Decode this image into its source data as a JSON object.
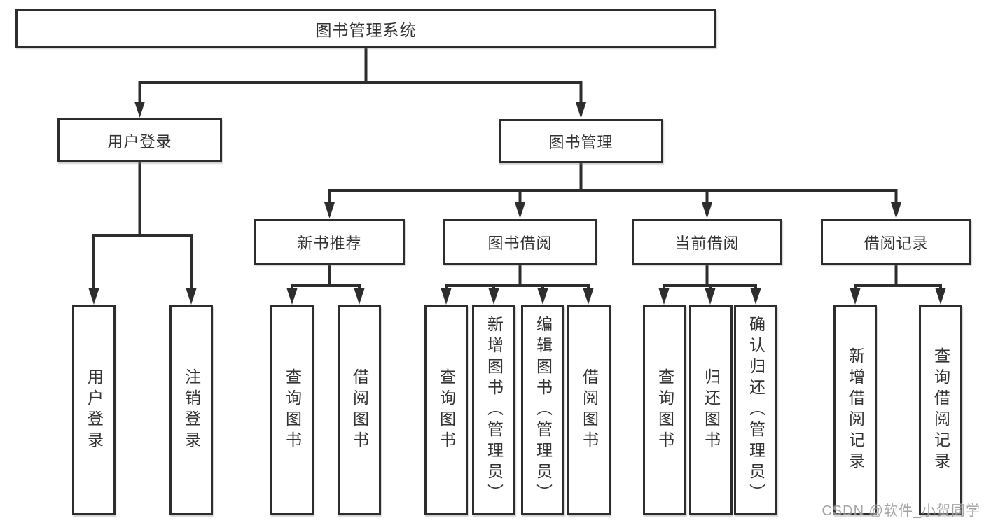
{
  "diagram": {
    "root": {
      "label": "图书管理系统"
    },
    "level2": [
      {
        "label": "用户登录"
      },
      {
        "label": "图书管理"
      }
    ],
    "level3": [
      {
        "label": "新书推荐"
      },
      {
        "label": "图书借阅"
      },
      {
        "label": "当前借阅"
      },
      {
        "label": "借阅记录"
      }
    ],
    "leaves": [
      {
        "label": "用户登录"
      },
      {
        "label": "注销登录"
      },
      {
        "label": "查询图书"
      },
      {
        "label": "借阅图书"
      },
      {
        "label": "查询图书"
      },
      {
        "label": "新增图书（管理员）"
      },
      {
        "label": "编辑图书（管理员）"
      },
      {
        "label": "借阅图书"
      },
      {
        "label": "查询图书"
      },
      {
        "label": "归还图书"
      },
      {
        "label": "确认归还（管理员）"
      },
      {
        "label": "新增借阅记录"
      },
      {
        "label": "查询借阅记录"
      }
    ]
  },
  "watermark": "CSDN @软件_小贺同学",
  "colors": {
    "line": "#2d2d2d",
    "text": "#333333",
    "background": "#ffffff",
    "watermark": "#949494"
  }
}
